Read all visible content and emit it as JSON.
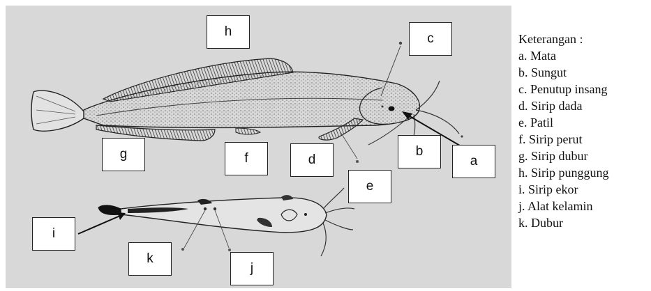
{
  "labels": {
    "h": "h",
    "c": "c",
    "g": "g",
    "f": "f",
    "d": "d",
    "b": "b",
    "a": "a",
    "e": "e",
    "i": "i",
    "k": "k",
    "j": "j"
  },
  "legend": {
    "title": "Keterangan :",
    "items": [
      "a. Mata",
      "b. Sungut",
      "c. Penutup insang",
      "d. Sirip dada",
      "e. Patil",
      "f. Sirip perut",
      "g. Sirip dubur",
      "h. Sirip punggung",
      "i. Sirip ekor",
      "j. Alat kelamin",
      "k. Dubur"
    ]
  },
  "colors": {
    "background": "#d8d8d8",
    "ink": "#222222"
  }
}
